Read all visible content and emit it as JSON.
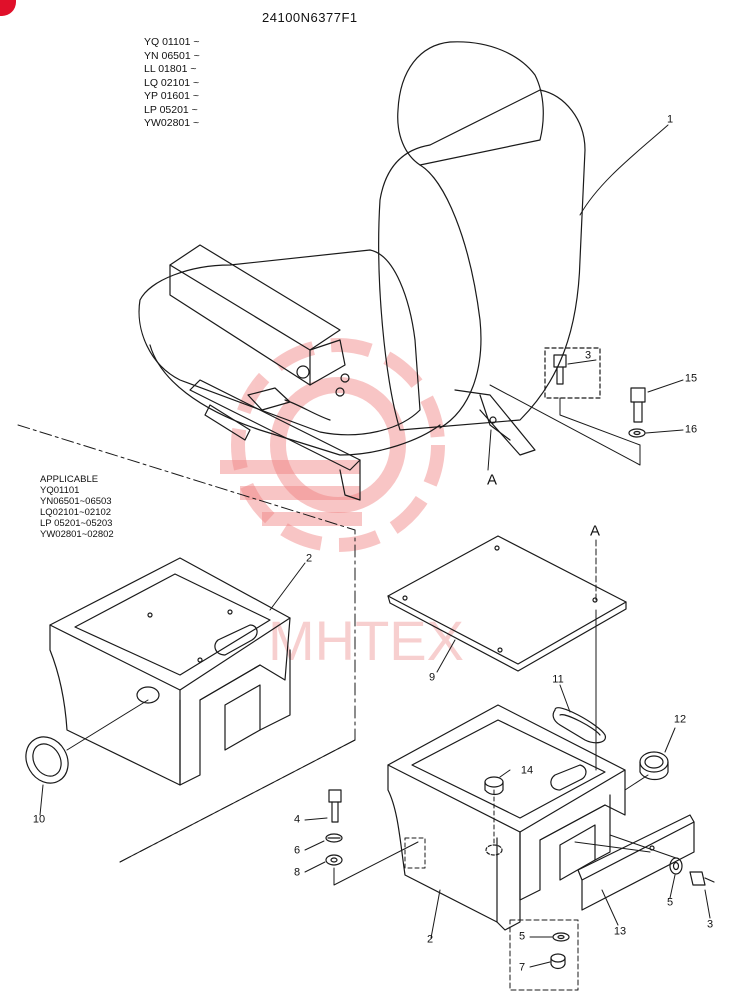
{
  "header": {
    "part_number": "24100N6377F1",
    "serials": [
      "YQ 01101 ~",
      "YN 06501 ~",
      "LL 01801 ~",
      "LQ 02101 ~",
      "YP 01601 ~",
      "LP 05201 ~",
      "YW02801 ~"
    ]
  },
  "applicable": {
    "title": "APPLICABLE",
    "lines": [
      "YQ01101",
      "YN06501~06503",
      "LQ02101~02102",
      "LP 05201~05203",
      "YW02801~02802"
    ]
  },
  "callouts": {
    "c1": "1",
    "c2a": "2",
    "c2b": "2",
    "c3a": "3",
    "c3b": "3",
    "c4": "4",
    "c5a": "5",
    "c5b": "5",
    "c6": "6",
    "c7": "7",
    "c8": "8",
    "c9": "9",
    "c10": "10",
    "c11": "11",
    "c12": "12",
    "c13": "13",
    "c14": "14",
    "c15": "15",
    "c16": "16"
  },
  "refs": {
    "a1": "A",
    "a2": "A"
  },
  "watermark": {
    "text": "MHTEX",
    "color": "#f08080"
  },
  "colors": {
    "line": "#1a1a1a",
    "badge": "#e0102a"
  }
}
